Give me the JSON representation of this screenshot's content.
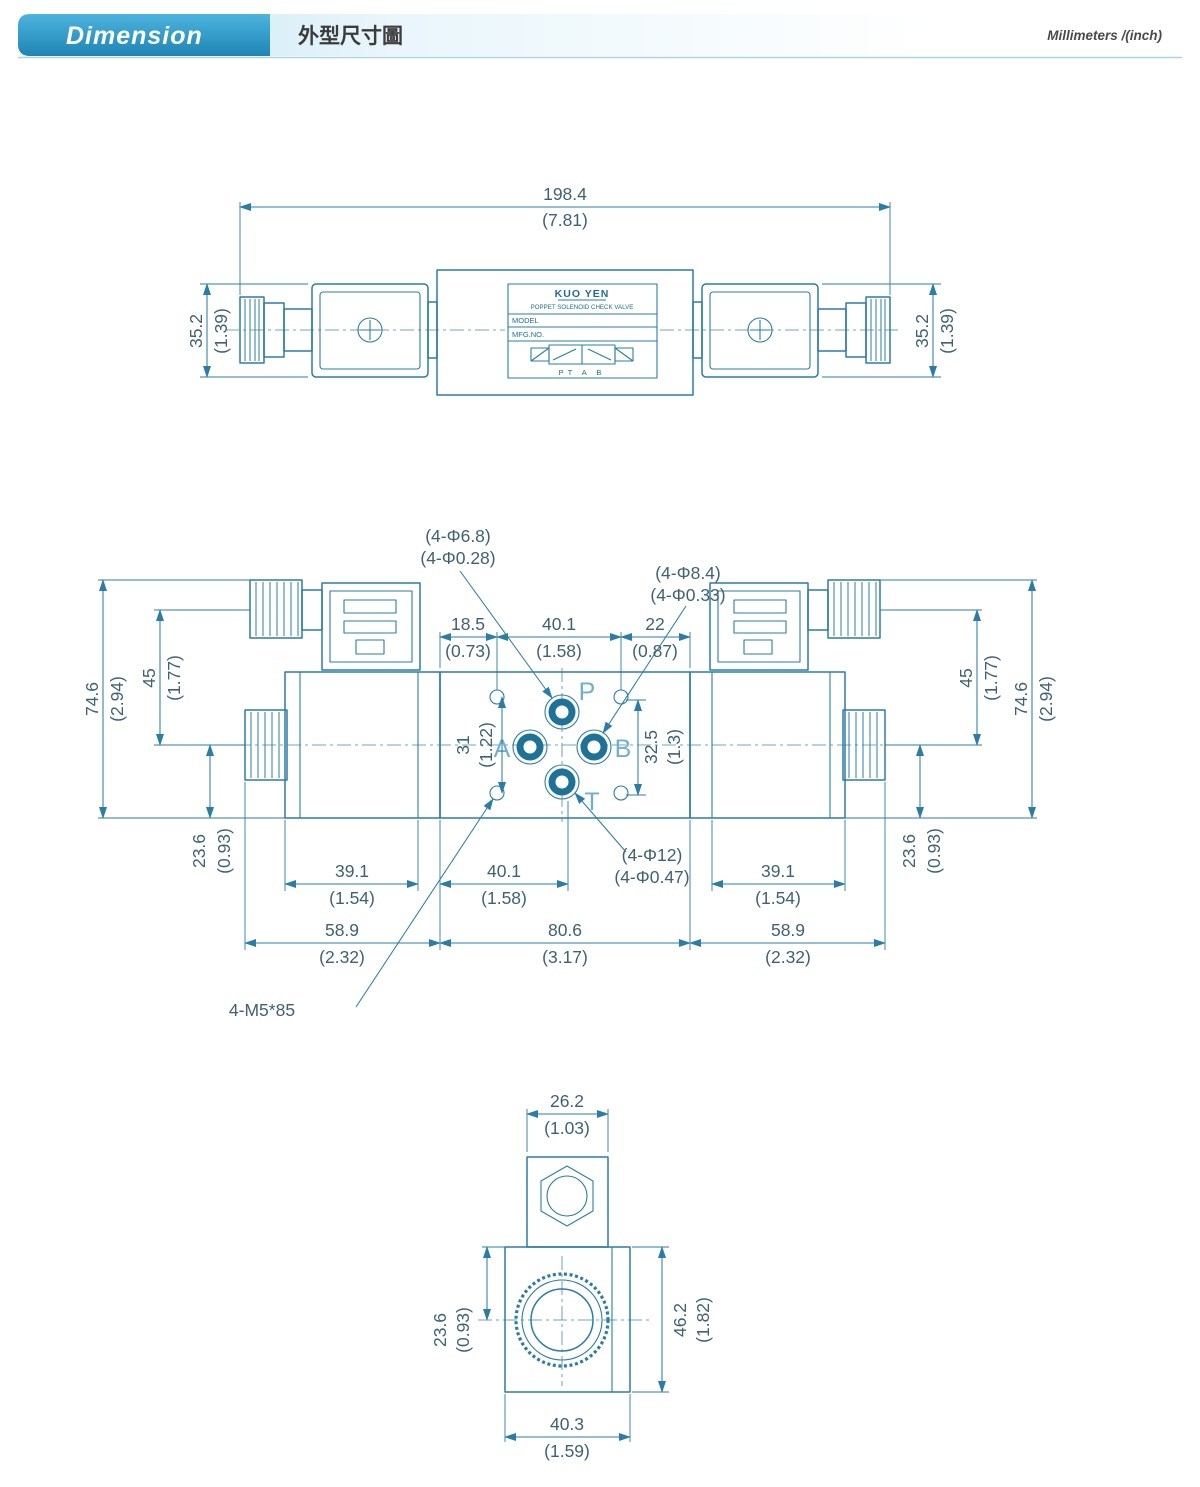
{
  "header": {
    "title": "Dimension",
    "subtitle": "外型尺寸圖",
    "units": "Millimeters /(inch)"
  },
  "nameplate": {
    "brand": "KUO YEN",
    "product": "POPPET SOLENOID CHECK VALVE",
    "model": "MODEL",
    "mfg": "MFG.NO.",
    "ports": "PT A B"
  },
  "side_view": {
    "overall_mm": "198.4",
    "overall_in": "(7.81)",
    "height_mm": "35.2",
    "height_in": "(1.39)"
  },
  "plan_view": {
    "callout_68_mm": "(4-Φ6.8)",
    "callout_68_in": "(4-Φ0.28)",
    "callout_84_mm": "(4-Φ8.4)",
    "callout_84_in": "(4-Φ0.33)",
    "callout_12_mm": "(4-Φ12)",
    "callout_12_in": "(4-Φ0.47)",
    "bolt": "4-M5*85",
    "d18_5_mm": "18.5",
    "d18_5_in": "(0.73)",
    "d40_1_top_mm": "40.1",
    "d40_1_top_in": "(1.58)",
    "d22_mm": "22",
    "d22_in": "(0.87)",
    "d74_6_mm": "74.6",
    "d74_6_in": "(2.94)",
    "d45_mm": "45",
    "d45_in": "(1.77)",
    "d23_6_mm": "23.6",
    "d23_6_in": "(0.93)",
    "d31_mm": "31",
    "d31_in": "(1.22)",
    "d32_5_mm": "32.5",
    "d32_5_in": "(1.3)",
    "d39_1_mm": "39.1",
    "d39_1_in": "(1.54)",
    "d40_1_bot_mm": "40.1",
    "d40_1_bot_in": "(1.58)",
    "d58_9_mm": "58.9",
    "d58_9_in": "(2.32)",
    "d80_6_mm": "80.6",
    "d80_6_in": "(3.17)",
    "port_p": "P",
    "port_a": "A",
    "port_b": "B",
    "port_t": "T"
  },
  "end_view": {
    "d26_2_mm": "26.2",
    "d26_2_in": "(1.03)",
    "d23_6_mm": "23.6",
    "d23_6_in": "(0.93)",
    "d46_2_mm": "46.2",
    "d46_2_in": "(1.82)",
    "d40_3_mm": "40.3",
    "d40_3_in": "(1.59)"
  },
  "colors": {
    "line": "#2b7da5",
    "dim_text": "#3f6173",
    "port_fill": "#1e7296",
    "port_letter": "#6fb0cf",
    "header_blue": "#4cb4de",
    "header_blue_dark": "#1f85b5"
  }
}
